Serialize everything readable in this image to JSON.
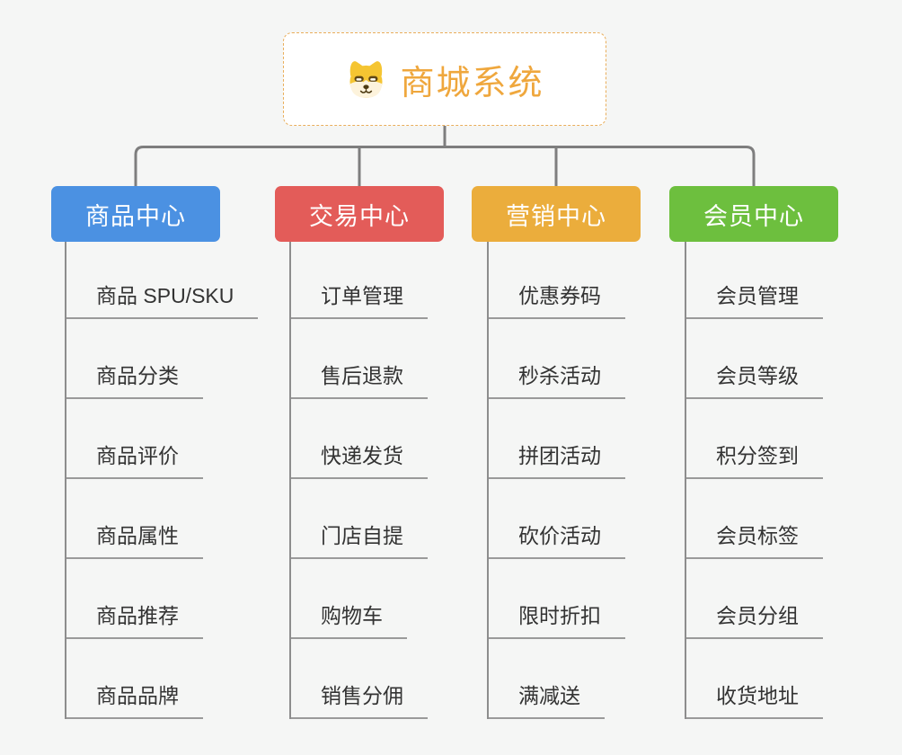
{
  "root": {
    "title": "商城系统",
    "icon": "dog-face-icon",
    "accent_color": "#EFA73D",
    "border_color": "#E9AE5B",
    "background": "#FFFFFF"
  },
  "colors": {
    "page_background": "#F5F6F5",
    "connector": "#7E7E7E",
    "leaf_underline": "#9A9A9A",
    "leaf_text": "#333333",
    "branch_label_text": "#FFFFFF"
  },
  "branches": [
    {
      "label": "商品中心",
      "color": "#4B91E2",
      "items": [
        "商品 SPU/SKU",
        "商品分类",
        "商品评价",
        "商品属性",
        "商品推荐",
        "商品品牌"
      ]
    },
    {
      "label": "交易中心",
      "color": "#E35C59",
      "items": [
        "订单管理",
        "售后退款",
        "快递发货",
        "门店自提",
        "购物车",
        "销售分佣"
      ]
    },
    {
      "label": "营销中心",
      "color": "#EBAD3C",
      "items": [
        "优惠券码",
        "秒杀活动",
        "拼团活动",
        "砍价活动",
        "限时折扣",
        "满减送"
      ]
    },
    {
      "label": "会员中心",
      "color": "#6DBF3E",
      "items": [
        "会员管理",
        "会员等级",
        "积分签到",
        "会员标签",
        "会员分组",
        "收货地址"
      ]
    }
  ]
}
